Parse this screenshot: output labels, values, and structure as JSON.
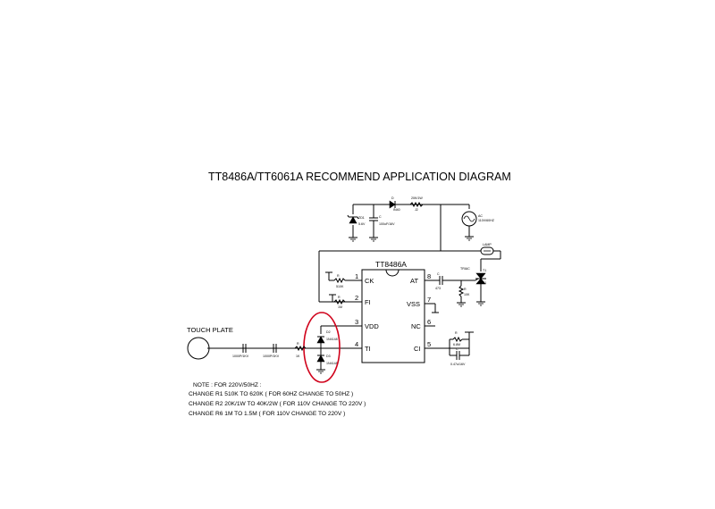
{
  "diagram": {
    "title": "TT8486A/TT6061A RECOMMEND  APPLICATION  DIAGRAM",
    "chip": {
      "name": "TT8486A",
      "pins_left": [
        {
          "num": "1",
          "name": "CK"
        },
        {
          "num": "2",
          "name": "FI"
        },
        {
          "num": "3",
          "name": "VDD"
        },
        {
          "num": "4",
          "name": "TI"
        }
      ],
      "pins_right": [
        {
          "num": "8",
          "name": "AT"
        },
        {
          "num": "7",
          "name": "VSS"
        },
        {
          "num": "6",
          "name": "NC"
        },
        {
          "num": "5",
          "name": "CI"
        }
      ]
    },
    "touch_plate_label": "TOUCH PLATE",
    "lamp_label": "LAMP",
    "triac_label": "TRIAC",
    "triac_ref": "T1",
    "ac_label": "AC",
    "ac_spec": "110V/60HZ",
    "components": {
      "zd1_ref": "ZD1",
      "zd1_val": "5.6V",
      "c1_ref": "C",
      "c1_val": "100uF/16V",
      "d1_ref": "D",
      "d1_val": "IN40",
      "r2_ref": "20K/1W",
      "r2_sub": "J2",
      "r1_ref": "R",
      "r1_val": "510K",
      "r6_ref": "R",
      "r6_val": "1M",
      "r3_ref": "R",
      "r3_val": "1K",
      "c2_val": "1000P/1KV",
      "c3_val": "1000P/1KV",
      "d2_ref": "D2",
      "d2_val": "1N4148",
      "d3_ref": "D3",
      "d3_val": "1N4148",
      "c5_ref": "C",
      "c5_val": "473",
      "r5_ref": "R",
      "r5_val": "10K",
      "r8_ref": "R",
      "r8_val": "6.8M",
      "c6_ref": "C",
      "c6_val": "0.47u/16V"
    },
    "note_lines": [
      "NOTE : FOR 220V/50HZ :",
      "CHANGE R1 510K TO 620K ( FOR 60HZ CHANGE TO 50HZ )",
      "CHANGE R2 20K/1W TO 40K/2W ( FOR 110V CHANGE TO 220V )",
      "CHANGE R6 1M TO 1.5M ( FOR 110V CHANGE TO 220V )"
    ],
    "highlight_color": "#d0021b"
  }
}
